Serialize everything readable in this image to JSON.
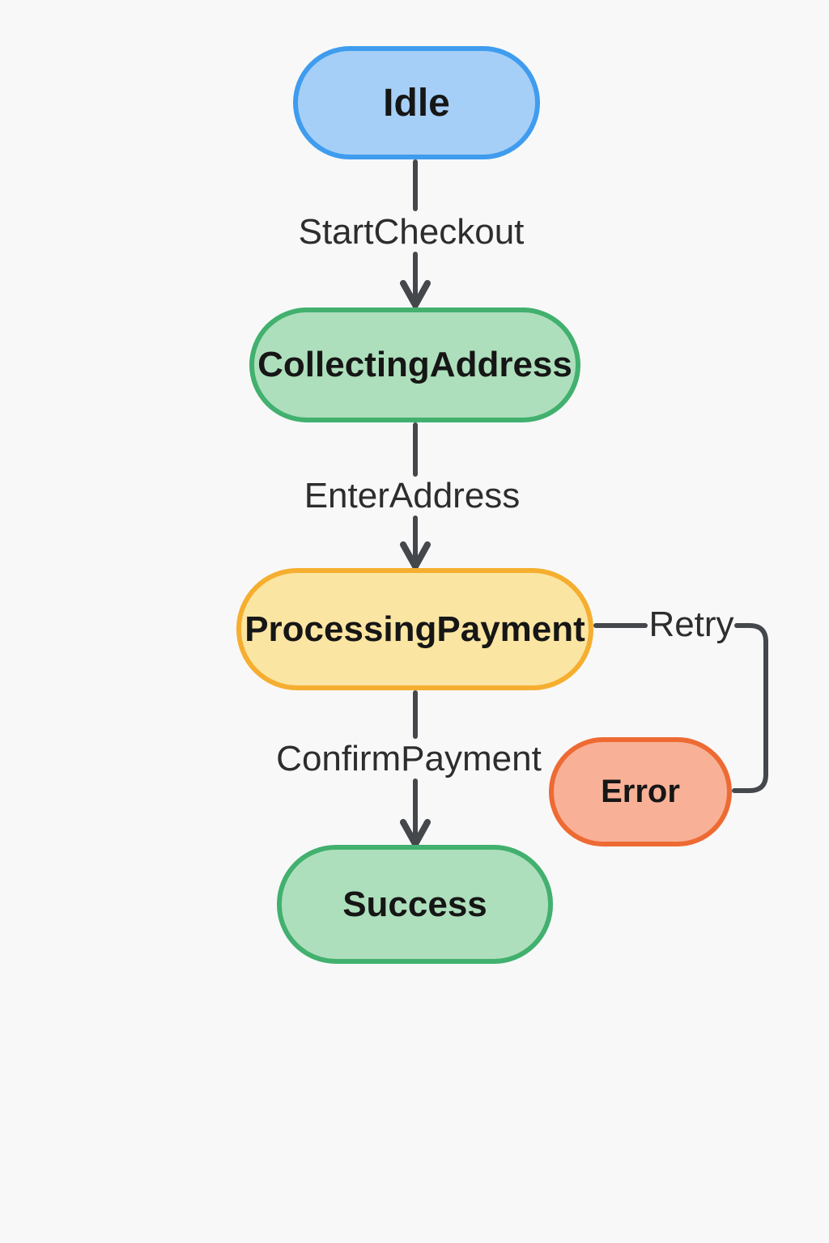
{
  "diagram": {
    "type": "state-machine-flowchart",
    "background_color": "#f8f8f8",
    "edge_color": "#44474b",
    "nodes": [
      {
        "id": "idle",
        "label": "Idle",
        "fill": "#a6cff7",
        "border": "#3f9cee"
      },
      {
        "id": "collecting-address",
        "label": "CollectingAddress",
        "fill": "#aedfbc",
        "border": "#42b06e"
      },
      {
        "id": "processing-payment",
        "label": "ProcessingPayment",
        "fill": "#fbe5a2",
        "border": "#f5ae2f"
      },
      {
        "id": "success",
        "label": "Success",
        "fill": "#aedfbc",
        "border": "#42b06e"
      },
      {
        "id": "error",
        "label": "Error",
        "fill": "#f8b197",
        "border": "#ee6a33"
      }
    ],
    "edges": [
      {
        "from": "Idle",
        "to": "CollectingAddress",
        "label": "StartCheckout"
      },
      {
        "from": "CollectingAddress",
        "to": "ProcessingPayment",
        "label": "EnterAddress"
      },
      {
        "from": "ProcessingPayment",
        "to": "Success",
        "label": "ConfirmPayment"
      },
      {
        "from": "ProcessingPayment",
        "to": "Error",
        "label": "Retry"
      }
    ]
  }
}
